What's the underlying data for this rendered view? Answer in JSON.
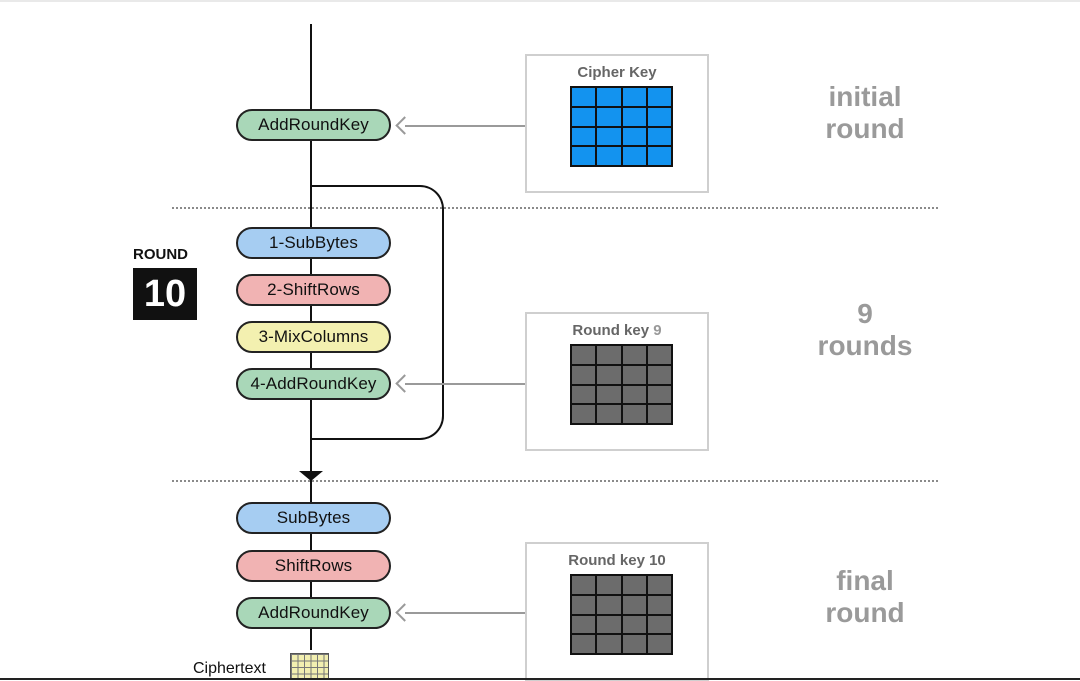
{
  "initial": {
    "step": "AddRoundKey",
    "key_title": "Cipher Key",
    "label_line1": "initial",
    "label_line2": "round"
  },
  "main_rounds": {
    "round_caption": "ROUND",
    "round_number": "10",
    "steps": [
      "1-SubBytes",
      "2-ShiftRows",
      "3-MixColumns",
      "4-AddRoundKey"
    ],
    "key_title": "Round key",
    "key_number": "9",
    "label_line1": "9",
    "label_line2": "rounds"
  },
  "final": {
    "steps": [
      "SubBytes",
      "ShiftRows",
      "AddRoundKey"
    ],
    "key_title": "Round key 10",
    "label_line1": "final",
    "label_line2": "round"
  },
  "output": {
    "label": "Ciphertext"
  },
  "colors": {
    "addroundkey": "#a9d7b8",
    "subbytes": "#a6cdf2",
    "shiftrows": "#f1b3b3",
    "mixcolumns": "#f3f0b0",
    "cipher_key_cells": "#1393ef",
    "round_key_cells": "#6c6c6c"
  },
  "icons": {
    "xor": "circled-plus-icon",
    "key_grid": "4x4-grid-icon"
  }
}
